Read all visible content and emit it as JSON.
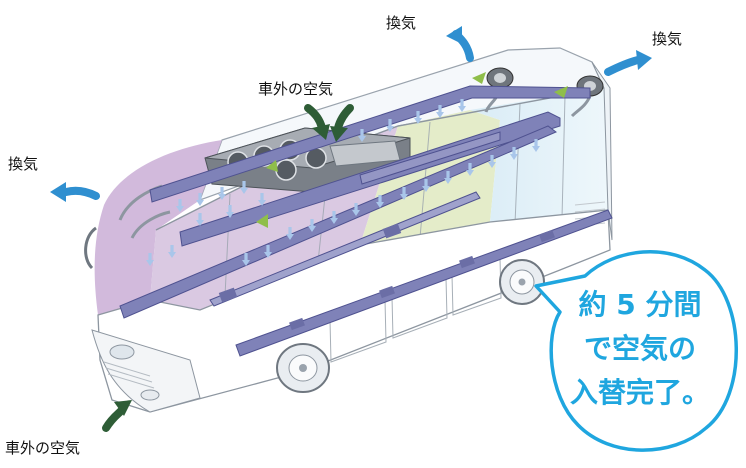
{
  "labels": {
    "outside_air_top": "車外の空気",
    "outside_air_bottom": "車外の空気",
    "ventilation_top": "換気",
    "ventilation_right": "換気",
    "ventilation_left": "換気"
  },
  "callout": {
    "line1": "約 5 分間",
    "line2": "で空気の",
    "line3": "入替完了。"
  },
  "colors": {
    "arrow_out": "#2f8fd0",
    "arrow_in": "#2e5d36",
    "callout_border": "#1fa6df",
    "callout_text": "#1fa6df",
    "duct": "#7f82b8",
    "flow_arrow": "#a9c6ea"
  }
}
